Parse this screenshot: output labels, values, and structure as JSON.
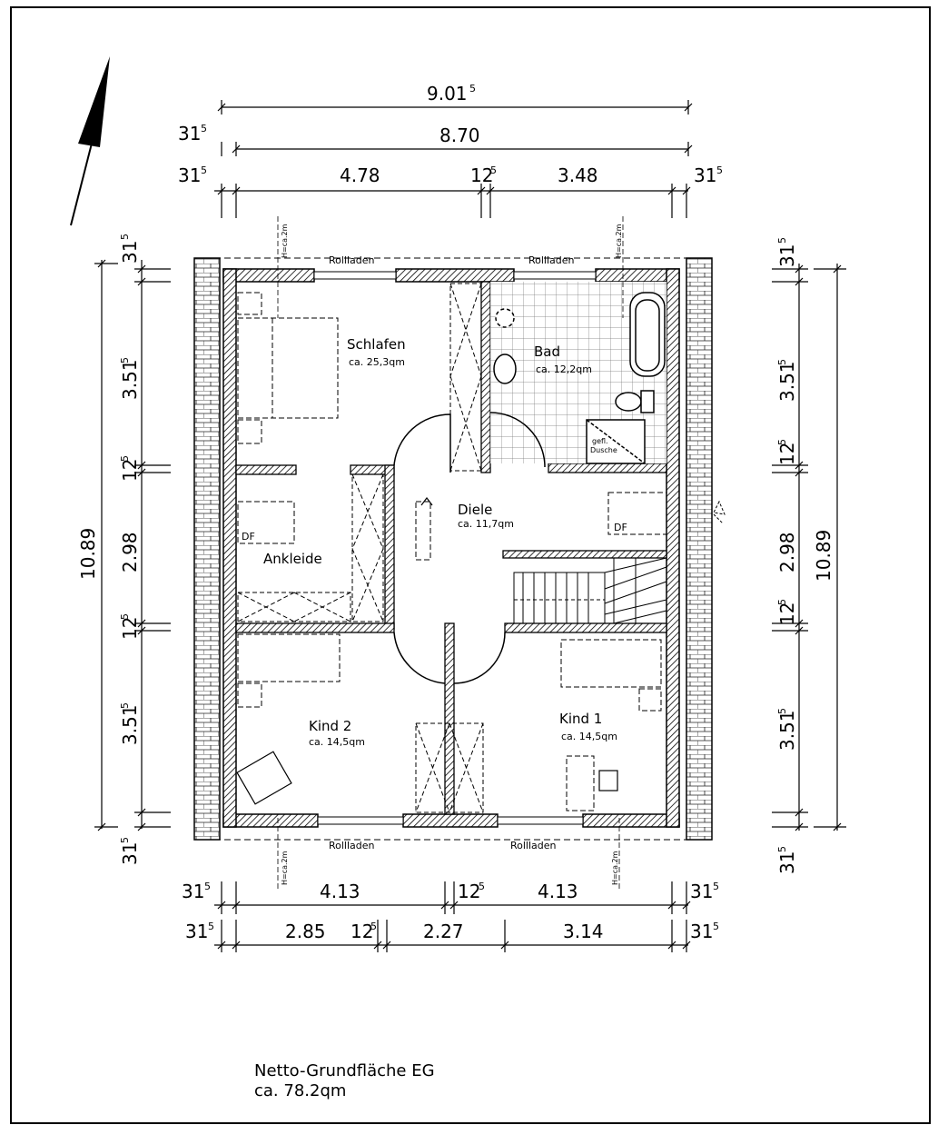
{
  "drawing": {
    "top_dims": {
      "overall": "9.01",
      "overall_sup": "5",
      "inner": "8.70",
      "left_wall": "31",
      "left_wall_sup": "5",
      "left_wall2": "31",
      "left_wall2_sup": "5",
      "seg1": "4.78",
      "mid_wall": "12",
      "mid_wall_sup": "5",
      "seg2": "3.48",
      "right_wall": "31",
      "right_wall_sup": "5"
    },
    "bottom_dims": {
      "row1": {
        "left_wall": "31",
        "left_wall_sup": "5",
        "seg1": "4.13",
        "mid_wall": "12",
        "mid_wall_sup": "5",
        "seg2": "4.13",
        "right_wall": "31",
        "right_wall_sup": "5"
      },
      "row2": {
        "left_wall": "31",
        "left_wall_sup": "5",
        "seg1": "2.85",
        "mid_wall": "12",
        "mid_wall_sup": "5",
        "seg2": "2.27",
        "seg3": "3.14",
        "right_wall": "31",
        "right_wall_sup": "5"
      }
    },
    "left_dims": {
      "overall": "10.89",
      "top_wall": "31",
      "top_wall_sup": "5",
      "seg1": "3.51",
      "seg1_sup": "5",
      "wall1": "12",
      "wall1_sup": "5",
      "seg2": "2.98",
      "wall2": "12",
      "wall2_sup": "5",
      "seg3": "3.51",
      "seg3_sup": "5",
      "bottom_wall": "31",
      "bottom_wall_sup": "5"
    },
    "right_dims": {
      "overall": "10.89",
      "top_wall": "31",
      "top_wall_sup": "5",
      "seg1": "3.51",
      "seg1_sup": "5",
      "wall1": "12",
      "wall1_sup": "5",
      "seg2": "2.98",
      "wall2": "12",
      "wall2_sup": "5",
      "seg3": "3.51",
      "seg3_sup": "5",
      "bottom_wall": "31",
      "bottom_wall_sup": "5"
    },
    "rooms": {
      "schlafen": {
        "name": "Schlafen",
        "area": "ca. 25,3qm"
      },
      "bad": {
        "name": "Bad",
        "area": "ca. 12,2qm"
      },
      "diele": {
        "name": "Diele",
        "area": "ca. 11,7qm"
      },
      "ankleide": {
        "name": "Ankleide"
      },
      "kind2": {
        "name": "Kind  2",
        "area": "ca. 14,5qm"
      },
      "kind1": {
        "name": "Kind  1",
        "area": "ca. 14,5qm"
      }
    },
    "labels": {
      "rollladen_tl": "Rollladen",
      "rollladen_tr": "Rollladen",
      "rollladen_bl": "Rollladen",
      "rollladen_br": "Rollladen",
      "height_tl": "H=ca.2m",
      "height_tr": "H=ca.2m",
      "height_bl": "H=ca.2m",
      "height_br": "H=ca.2m",
      "df_left": "DF",
      "df_right": "DF",
      "dusche_1": "gefl.",
      "dusche_2": "Dusche"
    },
    "footer": {
      "line1": "Netto-Grundfläche EG",
      "line2": "ca.  78.2qm"
    }
  }
}
